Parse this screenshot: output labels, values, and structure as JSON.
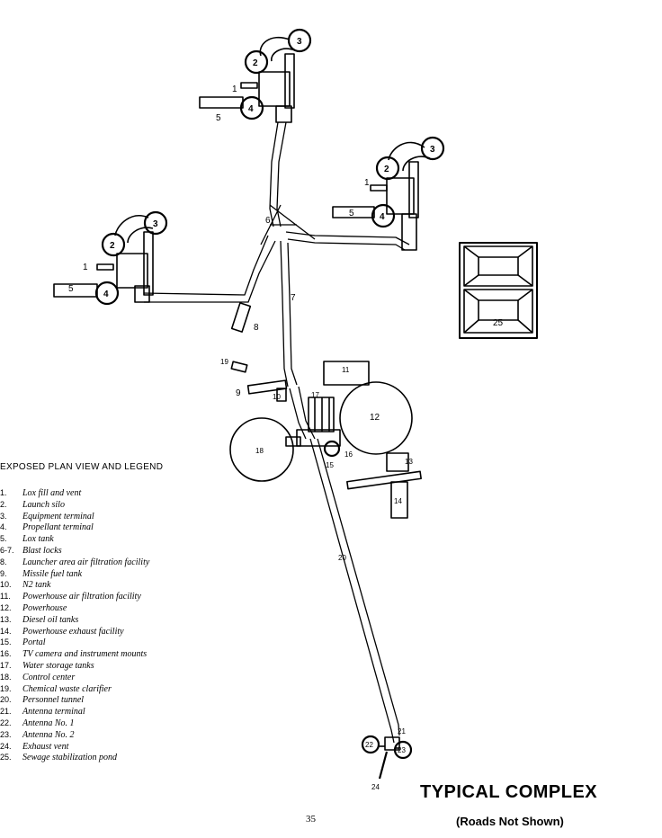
{
  "legend": {
    "title": "EXPOSED PLAN VIEW AND LEGEND",
    "items": [
      {
        "num": "1.",
        "text": "Lox fill and vent"
      },
      {
        "num": "2.",
        "text": "Launch silo"
      },
      {
        "num": "3.",
        "text": "Equipment terminal"
      },
      {
        "num": "4.",
        "text": "Propellant terminal"
      },
      {
        "num": "5.",
        "text": "Lox tank"
      },
      {
        "num": "6-7.",
        "text": "Blast locks"
      },
      {
        "num": "8.",
        "text": "Launcher area air filtration facility"
      },
      {
        "num": "9.",
        "text": "Missile fuel tank"
      },
      {
        "num": "10.",
        "text": "N2 tank"
      },
      {
        "num": "11.",
        "text": "Powerhouse air filtration facility"
      },
      {
        "num": "12.",
        "text": "Powerhouse"
      },
      {
        "num": "13.",
        "text": "Diesel oil tanks"
      },
      {
        "num": "14.",
        "text": "Powerhouse exhaust facility"
      },
      {
        "num": "15.",
        "text": "Portal"
      },
      {
        "num": "16.",
        "text": "TV camera and instrument mounts"
      },
      {
        "num": "17.",
        "text": "Water storage tanks"
      },
      {
        "num": "18.",
        "text": "Control center"
      },
      {
        "num": "19.",
        "text": "Chemical waste clarifier"
      },
      {
        "num": "20.",
        "text": "Personnel tunnel"
      },
      {
        "num": "21.",
        "text": "Antenna terminal"
      },
      {
        "num": "22.",
        "text": "Antenna No. 1"
      },
      {
        "num": "23.",
        "text": "Antenna No. 2"
      },
      {
        "num": "24.",
        "text": "Exhaust vent"
      },
      {
        "num": "25.",
        "text": "Sewage stabilization pond"
      }
    ]
  },
  "diagram": {
    "labels": {
      "l1": "1",
      "l2": "2",
      "l3": "3",
      "l4": "4",
      "l5": "5",
      "l6": "6",
      "l7": "7",
      "l8": "8",
      "l9": "9",
      "l10": "10",
      "l11": "11",
      "l12": "12",
      "l13": "13",
      "l14": "14",
      "l15": "15",
      "l16": "16",
      "l17": "17",
      "l18": "18",
      "l19": "19",
      "l20": "20",
      "l21": "21",
      "l22": "22",
      "l23": "23",
      "l24": "24",
      "l25": "25"
    }
  },
  "heading": "TYPICAL COMPLEX",
  "subheading": "(Roads Not Shown)",
  "page_number": "35"
}
